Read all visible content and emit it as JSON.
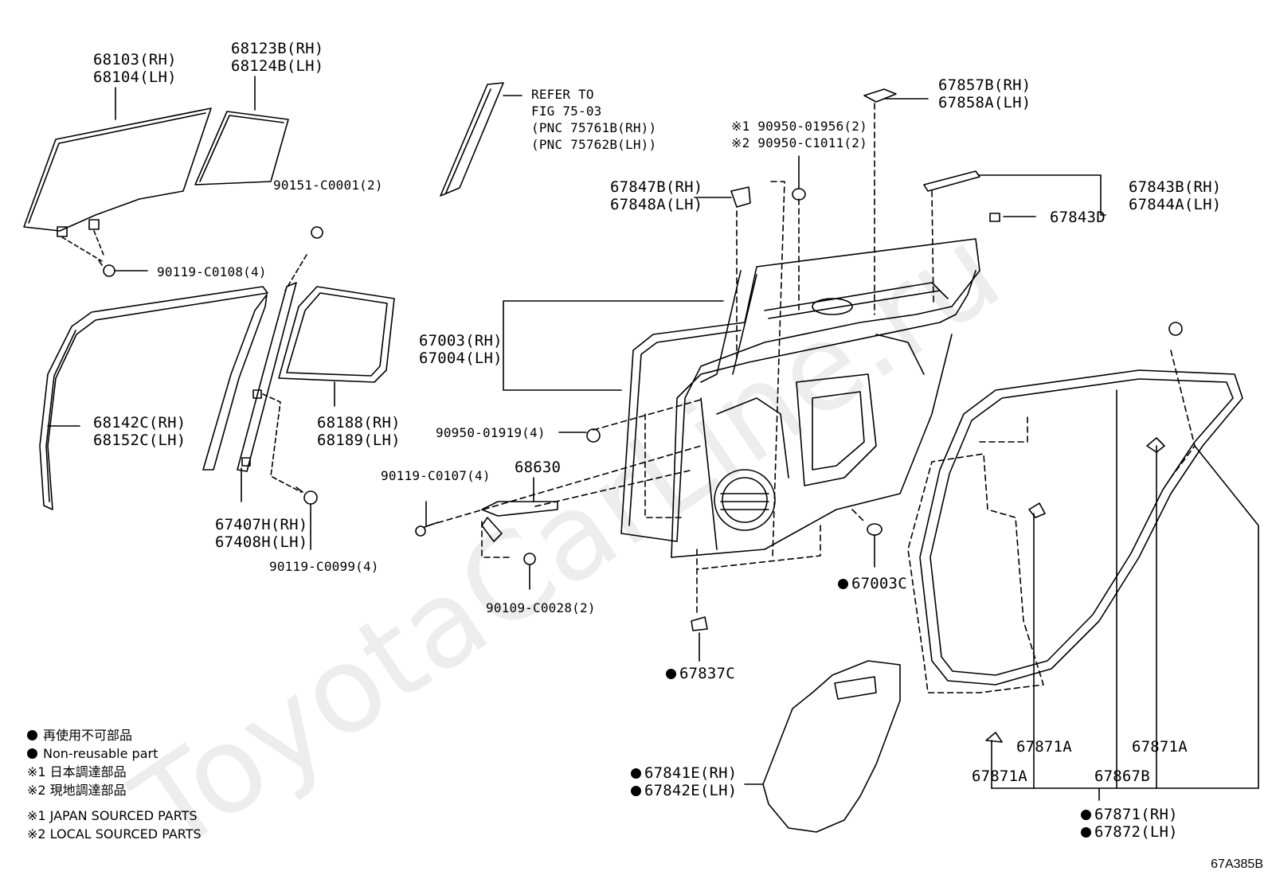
{
  "watermark": "ToyotaCarLine.ru",
  "diagram_code": "67A385B",
  "labels": {
    "glass_front": [
      "68103(RH)",
      "68104(LH)"
    ],
    "glass_quarter": [
      "68123B(RH)",
      "68124B(LH)"
    ],
    "refer": [
      "REFER TO",
      "FIG 75-03",
      "(PNC 75761B(RH))",
      "(PNC 75762B(LH))"
    ],
    "handle_cover": [
      "67857B(RH)",
      "67858A(LH)"
    ],
    "clip_refs": [
      "※1 90950-01956(2)",
      "※2 90950-C1011(2)"
    ],
    "screw_c0001": "90151-C0001(2)",
    "bolt_c0108": "90119-C0108(4)",
    "bracket_67847": [
      "67847B(RH)",
      "67848A(LH)"
    ],
    "moulding_67843": [
      "67843B(RH)",
      "67844A(LH)"
    ],
    "clip_67843d": "67843D",
    "panel": [
      "67003(RH)",
      "67004(LH)"
    ],
    "run_channel": [
      "68142C(RH)",
      "68152C(LH)"
    ],
    "division_bar": [
      "68188(RH)",
      "68189(LH)"
    ],
    "plug_01919": "90950-01919(4)",
    "bolt_c0107": "90119-C0107(4)",
    "check": "68630",
    "lower_frame": [
      "67407H(RH)",
      "67408H(LH)"
    ],
    "bolt_c0099": "90119-C0099(4)",
    "bolt_c0028": "90109-C0028(2)",
    "hole_cover": "67003C",
    "clip_67837": "67837C",
    "service_cover": [
      "67841E(RH)",
      "67842E(LH)"
    ],
    "clip_67871a_1": "67871A",
    "clip_67871a_2": "67871A",
    "clip_67871a_3": "67871A",
    "weatherstrip_67867": "67867B",
    "weatherstrip_main": [
      "67871(RH)",
      "67872(LH)"
    ]
  },
  "legend": {
    "nonreuse_jp": "再使用不可部品",
    "nonreuse_en": "Non-reusable part",
    "mark1_jp": "※1  日本調達部品",
    "mark2_jp": "※2  現地調達部品",
    "mark1_en": "※1  JAPAN SOURCED PARTS",
    "mark2_en": "※2  LOCAL SOURCED PARTS"
  }
}
